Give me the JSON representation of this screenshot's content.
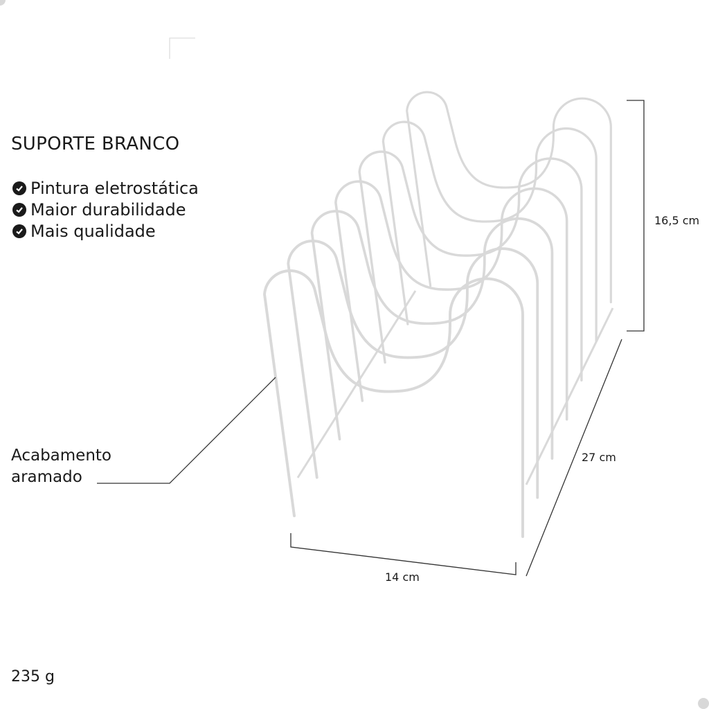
{
  "title": "SUPORTE BRANCO",
  "features": [
    "Pintura eletrostática",
    "Maior durabilidade",
    "Mais qualidade"
  ],
  "finish_label": [
    "Acabamento",
    "aramado"
  ],
  "dimensions": {
    "height": "16,5 cm",
    "depth": "27 cm",
    "width": "14 cm"
  },
  "weight": "235 g",
  "colors": {
    "wire": "#d9d9d9",
    "text": "#1a1a1a",
    "line": "#333333"
  }
}
